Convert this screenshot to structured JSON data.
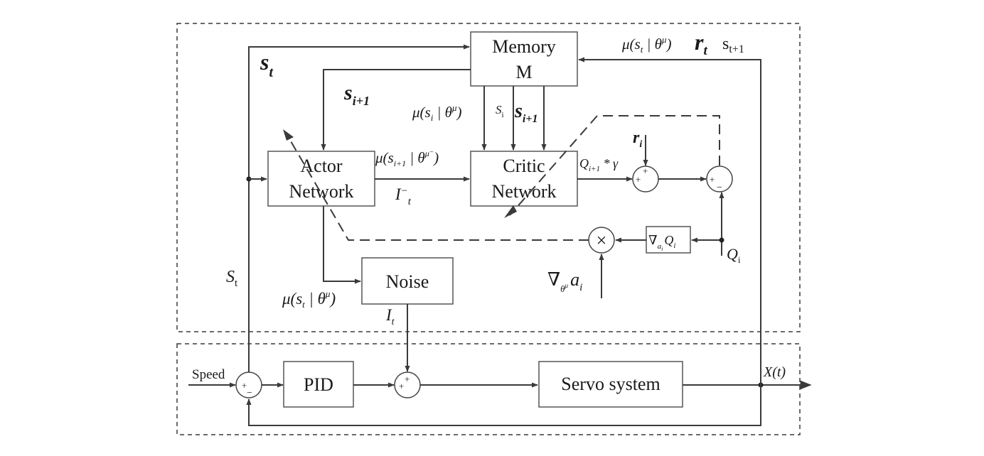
{
  "blocks": {
    "memory_line1": "Memory",
    "memory_line2": "M",
    "actor_line1": "Actor",
    "actor_line2": "Network",
    "critic_line1": "Critic",
    "critic_line2": "Network",
    "noise": "Noise",
    "pid": "PID",
    "servo": "Servo system"
  },
  "labels": {
    "speed": "Speed",
    "st_italic": "s",
    "st_sub": "t",
    "si1": "s",
    "si1_sub": "i+1",
    "St_left": "S",
    "St_left_sub": "t",
    "Si_small": "S",
    "Si_small_sub": "i",
    "si1_mid": "s",
    "si1_mid_sub": "i+1",
    "mu_si": "μ(s",
    "mu_si_sub": "i",
    "mu_si_rest": " | θ",
    "mu_si_sup": "μ",
    "mu_si_close": ")",
    "mu_top": "μ(s",
    "mu_top_sub": "t",
    "mu_top_rest": " | θ",
    "mu_top_sup": "μ",
    "mu_top_close": ")",
    "rt": "r",
    "rt_sub": "t",
    "st1": "s",
    "st1_sub": "t+1",
    "mu_actor": "μ(s",
    "mu_actor_sub": "i+1",
    "mu_actor_rest": " | θ",
    "mu_actor_sup": "μ⁻",
    "mu_actor_close": ")",
    "I_minus": "I",
    "I_minus_sup": "−",
    "I_minus_sub": "t",
    "Q_gamma": "Q",
    "Q_gamma_sub": "i+1",
    "Q_gamma_rest": " * γ",
    "ri": "r",
    "ri_sub": "i",
    "grad_Q": "∇",
    "grad_Q_sub": "a",
    "grad_Q_subsub": "i",
    "grad_Q_rest": "Q",
    "grad_Q_rest_sub": "i",
    "Qi": "Q",
    "Qi_sub": "i",
    "grad_theta": "∇",
    "grad_theta_sub": "θ",
    "grad_theta_subsup": "μ",
    "grad_theta_a": "a",
    "grad_theta_a_sub": "i",
    "mu_noise": "μ(s",
    "mu_noise_sub": "t",
    "mu_noise_rest": " | θ",
    "mu_noise_sup": "μ",
    "mu_noise_close": ")",
    "It": "I",
    "It_sub": "t",
    "Xt": "X(t)",
    "plus": "+",
    "minus": "−",
    "times": "×"
  }
}
